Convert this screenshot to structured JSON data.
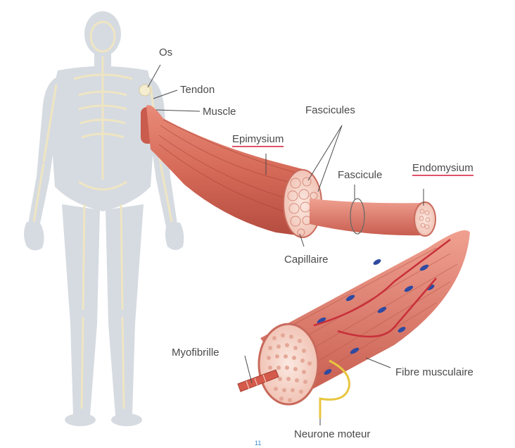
{
  "labels": {
    "os": "Os",
    "tendon": "Tendon",
    "muscle": "Muscle",
    "fascicules": "Fascicules",
    "epimysium": "Epimysium",
    "fascicule": "Fascicule",
    "endomysium": "Endomysium",
    "capillaire": "Capillaire",
    "myofibrille": "Myofibrille",
    "fibre_musculaire": "Fibre musculaire",
    "neurone_moteur": "Neurone moteur"
  },
  "page_marker": "11",
  "colors": {
    "muscle": "#d9705f",
    "muscle_dark": "#b84a3e",
    "muscle_light": "#f0a898",
    "section": "#f6d9cf",
    "nucleus": "#2f4aa0",
    "nerve": "#e8c640",
    "body": "#d6dbe1",
    "bone": "#f0e6c4",
    "capillary": "#c8303a",
    "underline": "#e0526a"
  }
}
